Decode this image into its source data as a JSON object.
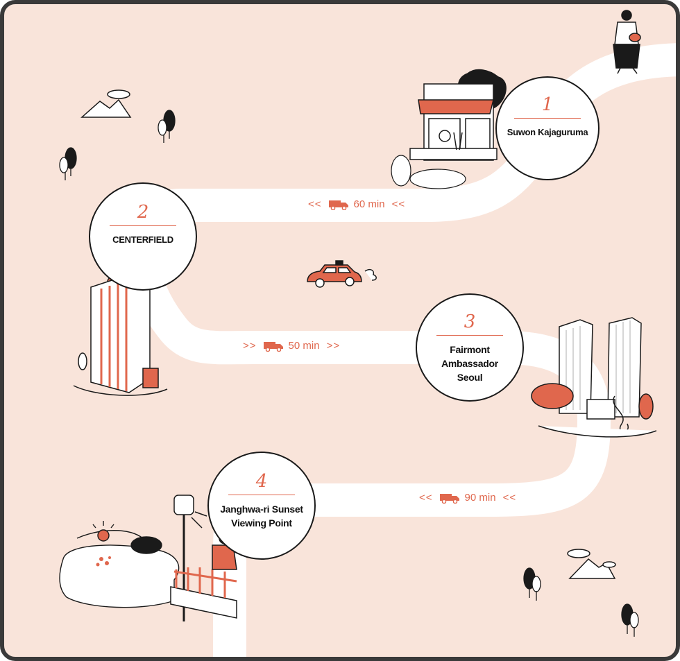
{
  "stops": [
    {
      "number": "1",
      "name": "Suwon Kajaguruma"
    },
    {
      "number": "2",
      "name": "CENTERFIELD"
    },
    {
      "number": "3",
      "name": "Fairmont Ambassador Seoul"
    },
    {
      "number": "4",
      "name": "Janghwa-ri Sunset Viewing Point"
    }
  ],
  "legs": [
    {
      "arrows_left": "<<",
      "duration": "60 min",
      "arrows_right": "<<"
    },
    {
      "arrows_left": ">>",
      "duration": "50 min",
      "arrows_right": ">>"
    },
    {
      "arrows_left": "<<",
      "duration": "90 min",
      "arrows_right": "<<"
    }
  ],
  "icons": [
    "truck-icon",
    "taxi-icon",
    "woman-walking-icon",
    "tree-icon",
    "cloud-mountain-icon",
    "lamp-post-icon",
    "sunset-icon"
  ],
  "colors": {
    "background": "#f9e4da",
    "road": "#ffffff",
    "accent": "#e0674d",
    "ink": "#1a1a1a"
  }
}
